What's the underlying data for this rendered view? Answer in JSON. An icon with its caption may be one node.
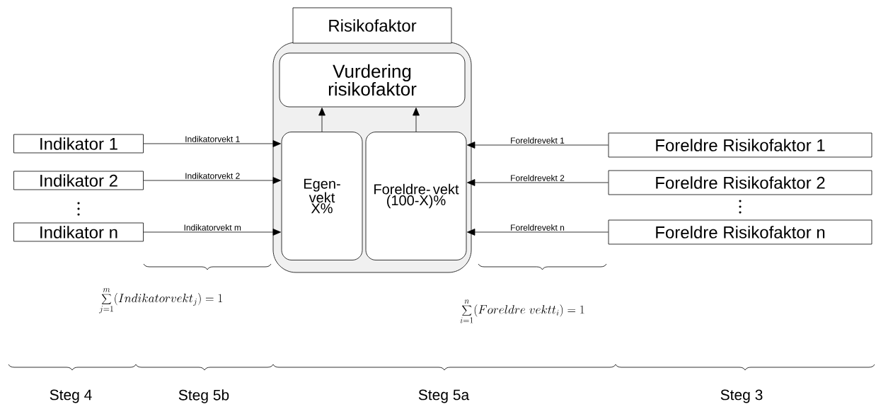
{
  "diagram": {
    "nodes": [
      {
        "text": [
          "Risikofaktor"
        ]
      },
      {
        "text": [
          "Vurdering risikofaktor"
        ],
        "in": 0
      },
      {
        "text": [
          "Egen- vekt X%"
        ],
        "in": 0
      },
      {
        "text": [
          "Foreldre- vekt (100-X)%"
        ],
        "in": 0
      },
      {
        "text": [
          "Indikator 1"
        ]
      },
      {
        "text": [
          "Indikator 2"
        ]
      },
      {
        "text": [
          "Indikator n"
        ]
      },
      {
        "text": [
          "Foreldre Risikofaktor 1"
        ]
      },
      {
        "text": [
          "Foreldre Risikofaktor 2"
        ]
      },
      {
        "text": [
          "Foreldre Risikofaktor n"
        ]
      }
    ],
    "edges": [
      {
        "from": 4,
        "to": 2,
        "arrow": "to",
        "label": "Indikatorvekt 1"
      },
      {
        "from": 5,
        "to": 2,
        "arrow": "to",
        "label": "Indikatorvekt 2"
      },
      {
        "from": 6,
        "to": 2,
        "arrow": "to",
        "label": "Indikatorvekt m"
      },
      {
        "from": 7,
        "to": 3,
        "arrow": "to",
        "label": "Foreldrevekt 1"
      },
      {
        "from": 8,
        "to": 3,
        "arrow": "to",
        "label": "Foreldrevekt 2"
      },
      {
        "from": 9,
        "to": 3,
        "arrow": "to",
        "label": "Foreldrevekt n"
      },
      {
        "from": 2,
        "to": 1,
        "arrow": "to"
      },
      {
        "from": 3,
        "to": 1,
        "arrow": "to"
      }
    ],
    "labels": [
      "\\sum_{j=1}^{m}(Indikatorvekt_{j}) = 1",
      "\\sum_{i=1}^{n}(Foreldre\\ vektt_{i}) = 1",
      "Steg 4",
      "Steg 5b",
      "Steg 5a",
      "Steg 3"
    ]
  }
}
